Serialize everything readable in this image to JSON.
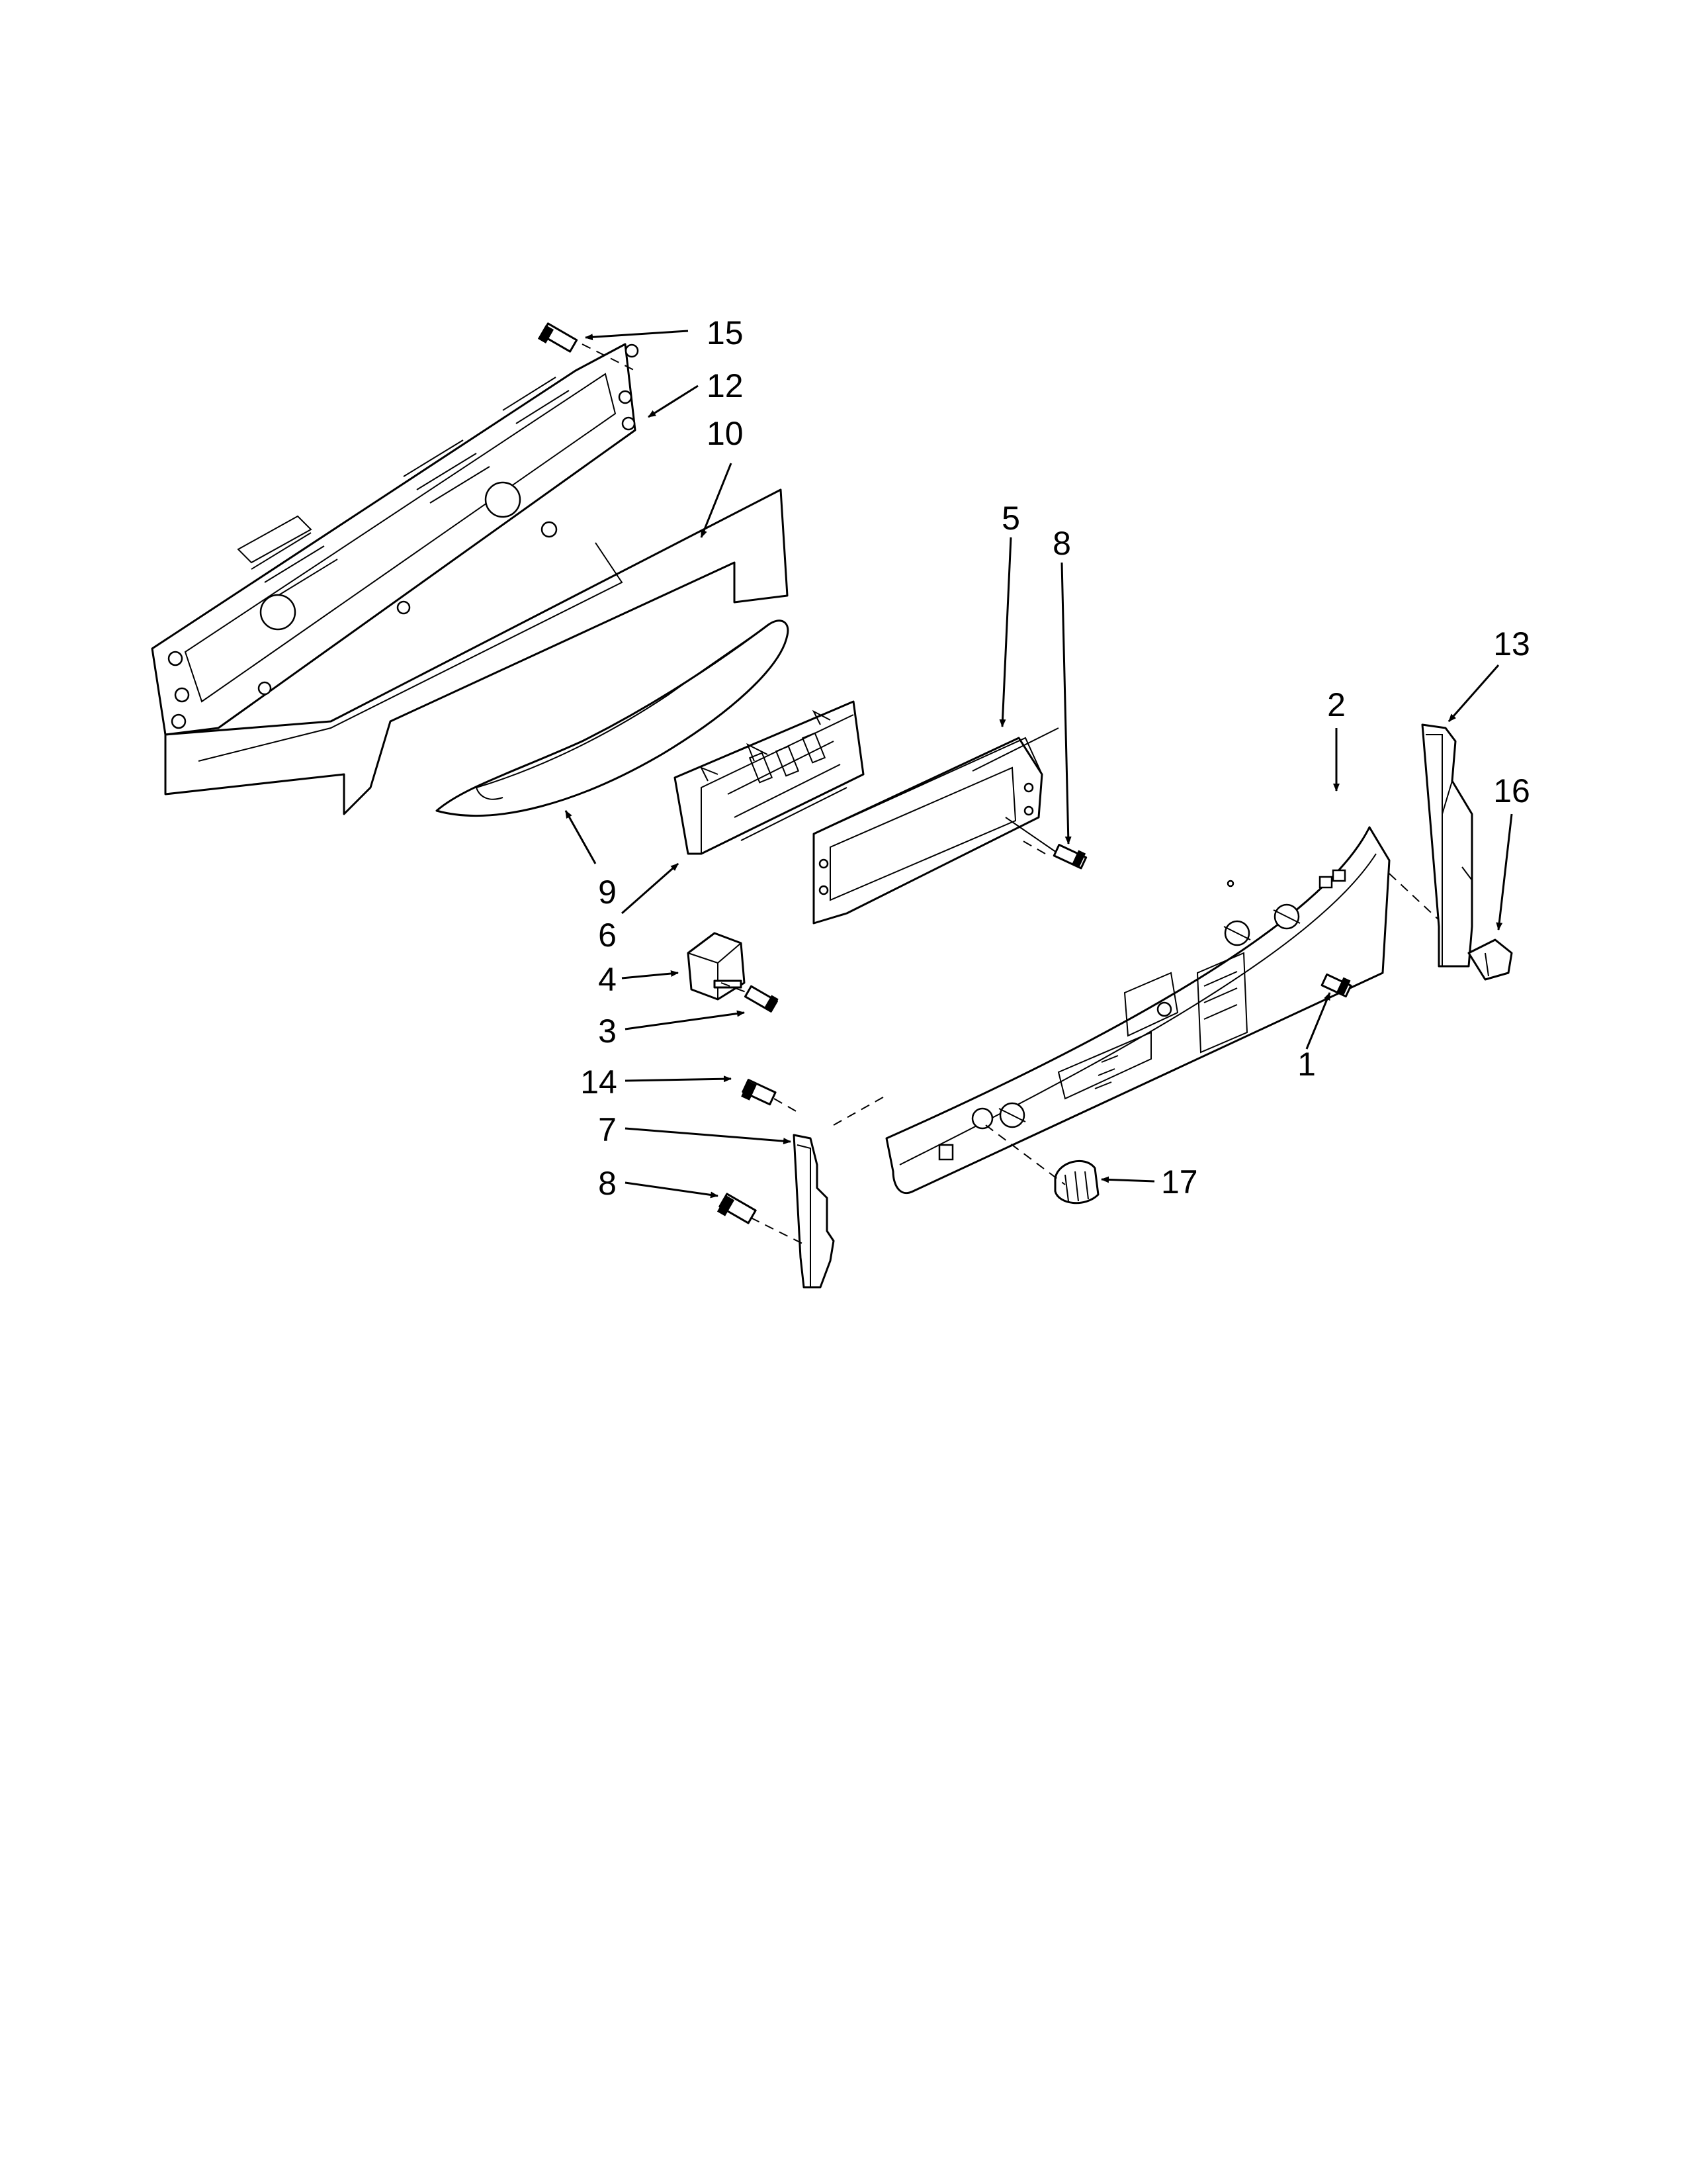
{
  "diagram": {
    "callouts": [
      {
        "id": "c15",
        "label": "15"
      },
      {
        "id": "c12",
        "label": "12"
      },
      {
        "id": "c10",
        "label": "10"
      },
      {
        "id": "c5",
        "label": "5"
      },
      {
        "id": "c8a",
        "label": "8"
      },
      {
        "id": "c13",
        "label": "13"
      },
      {
        "id": "c2",
        "label": "2"
      },
      {
        "id": "c16",
        "label": "16"
      },
      {
        "id": "c9",
        "label": "9"
      },
      {
        "id": "c6",
        "label": "6"
      },
      {
        "id": "c4",
        "label": "4"
      },
      {
        "id": "c3",
        "label": "3"
      },
      {
        "id": "c14",
        "label": "14"
      },
      {
        "id": "c7",
        "label": "7"
      },
      {
        "id": "c8b",
        "label": "8"
      },
      {
        "id": "c1",
        "label": "1"
      },
      {
        "id": "c17",
        "label": "17"
      }
    ],
    "colors": {
      "line": "#000000",
      "background": "#ffffff"
    }
  }
}
